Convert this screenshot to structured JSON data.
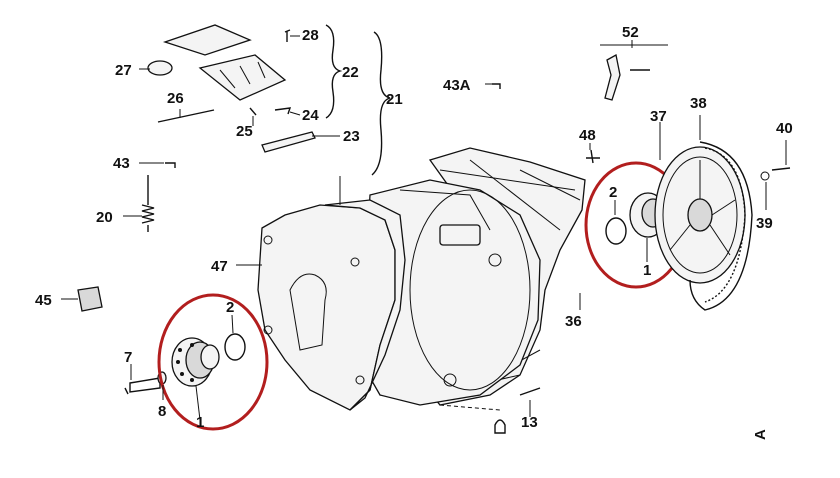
{
  "diagram": {
    "highlight_color": "#b21e1e",
    "labels": {
      "p1a": "1",
      "p1b": "1",
      "p2a": "2",
      "p2b": "2",
      "p7": "7",
      "p8": "8",
      "p13": "13",
      "p20": "20",
      "p21": "21",
      "p22": "22",
      "p23": "23",
      "p24": "24",
      "p25": "25",
      "p26": "26",
      "p27": "27",
      "p28": "28",
      "p36": "36",
      "p37": "37",
      "p38": "38",
      "p39": "39",
      "p40": "40",
      "p43": "43",
      "p43a": "43A",
      "p45": "45",
      "p47": "47",
      "p48": "48",
      "p52": "52",
      "corner": "A"
    }
  }
}
